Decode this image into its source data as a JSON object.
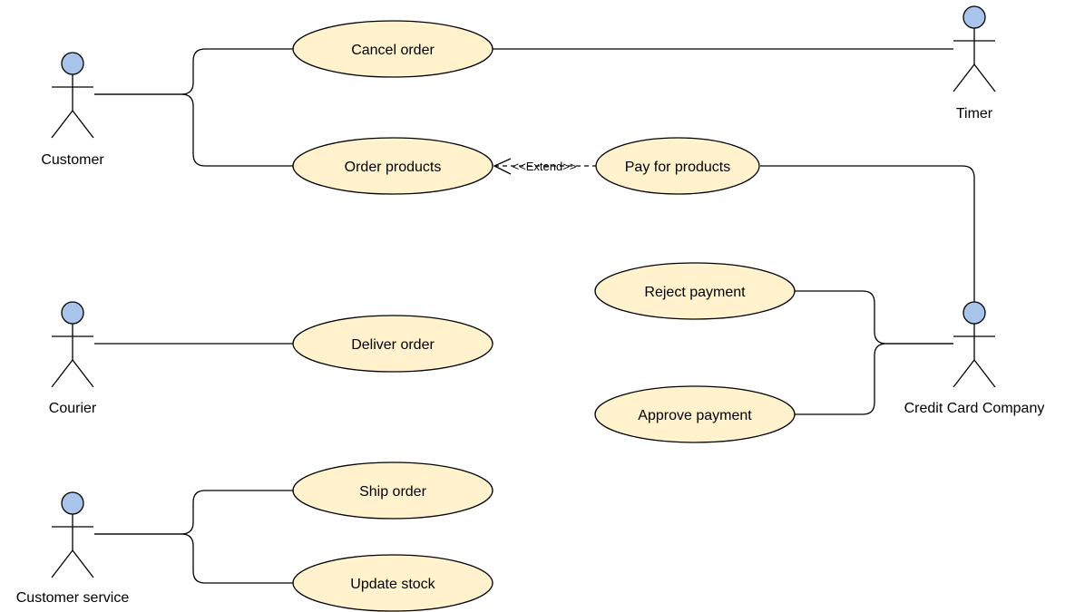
{
  "actors": {
    "customer": "Customer",
    "timer": "Timer",
    "courier": "Courier",
    "customer_service": "Customer service",
    "credit_card_company": "Credit Card Company"
  },
  "use_cases": {
    "cancel_order": "Cancel order",
    "order_products": "Order products",
    "pay_for_products": "Pay for products",
    "reject_payment": "Reject payment",
    "approve_payment": "Approve payment",
    "deliver_order": "Deliver order",
    "ship_order": "Ship order",
    "update_stock": "Update stock"
  },
  "relations": {
    "extend_label": "<<Extend>>"
  },
  "colors": {
    "use_case_fill": "#fff2cc",
    "actor_head_fill": "#a9c4eb"
  }
}
